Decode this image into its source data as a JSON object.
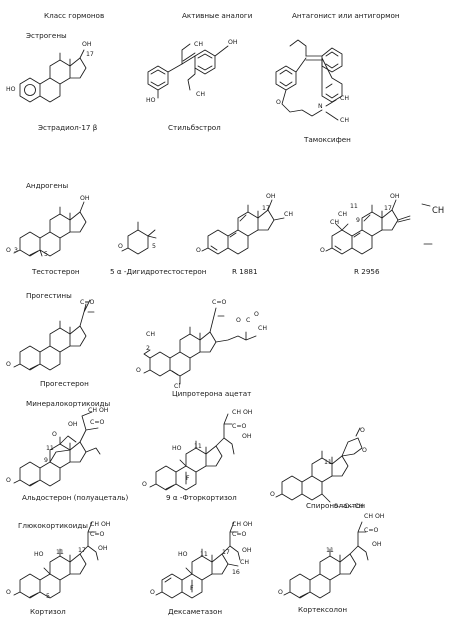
{
  "headers": {
    "class": "Класс гормонов",
    "analogs": "Активные аналоги",
    "antagonist": "Антагонист или антигормон"
  },
  "groups": {
    "estrogens": "Эстрогены",
    "androgens": "Андрогены",
    "progestins": "Прогестины",
    "mineralocorticoids": "Минералокортикоиды",
    "glucocorticoids": "Глюкокортикоиды"
  },
  "compounds": {
    "estradiol": "Эстрадиол-17 β",
    "stilbestrol": "Стильбэстрол",
    "tamoxifen": "Тамоксифен",
    "testosterone": "Тестостерон",
    "dihydrotestosterone": "5 α -Дигидротестостерон",
    "r1881": "R 1881",
    "r2956": "R 2956",
    "progesterone": "Прогестерон",
    "cyproterone": "Ципротерона ацетат",
    "aldosterone": "Альдостерон (полуацеталь)",
    "fluorocortisol": "9 α -Фторкортизол",
    "spironolactone": "Спиронолактон",
    "cortisol": "Кортизол",
    "dexamethasone": "Дексаметазон",
    "cortexolone": "Кортексолон"
  },
  "atoms": {
    "ho": "HO",
    "oh": "OH",
    "o": "O",
    "ch3": "CH",
    "ch2": "CH",
    "ch2oh": "CH OH",
    "c_o": "C=O",
    "n": "N",
    "cl": "Cl",
    "f": "F",
    "s_c_ch3": "S—C—CH",
    "c": "C",
    "ch": "CH"
  },
  "locants": {
    "n17": "17",
    "n17a": "17",
    "n3": "3",
    "n5": "5",
    "n2": "2",
    "n9": "9",
    "n11": "11",
    "n16": "16",
    "n2a": "2"
  }
}
